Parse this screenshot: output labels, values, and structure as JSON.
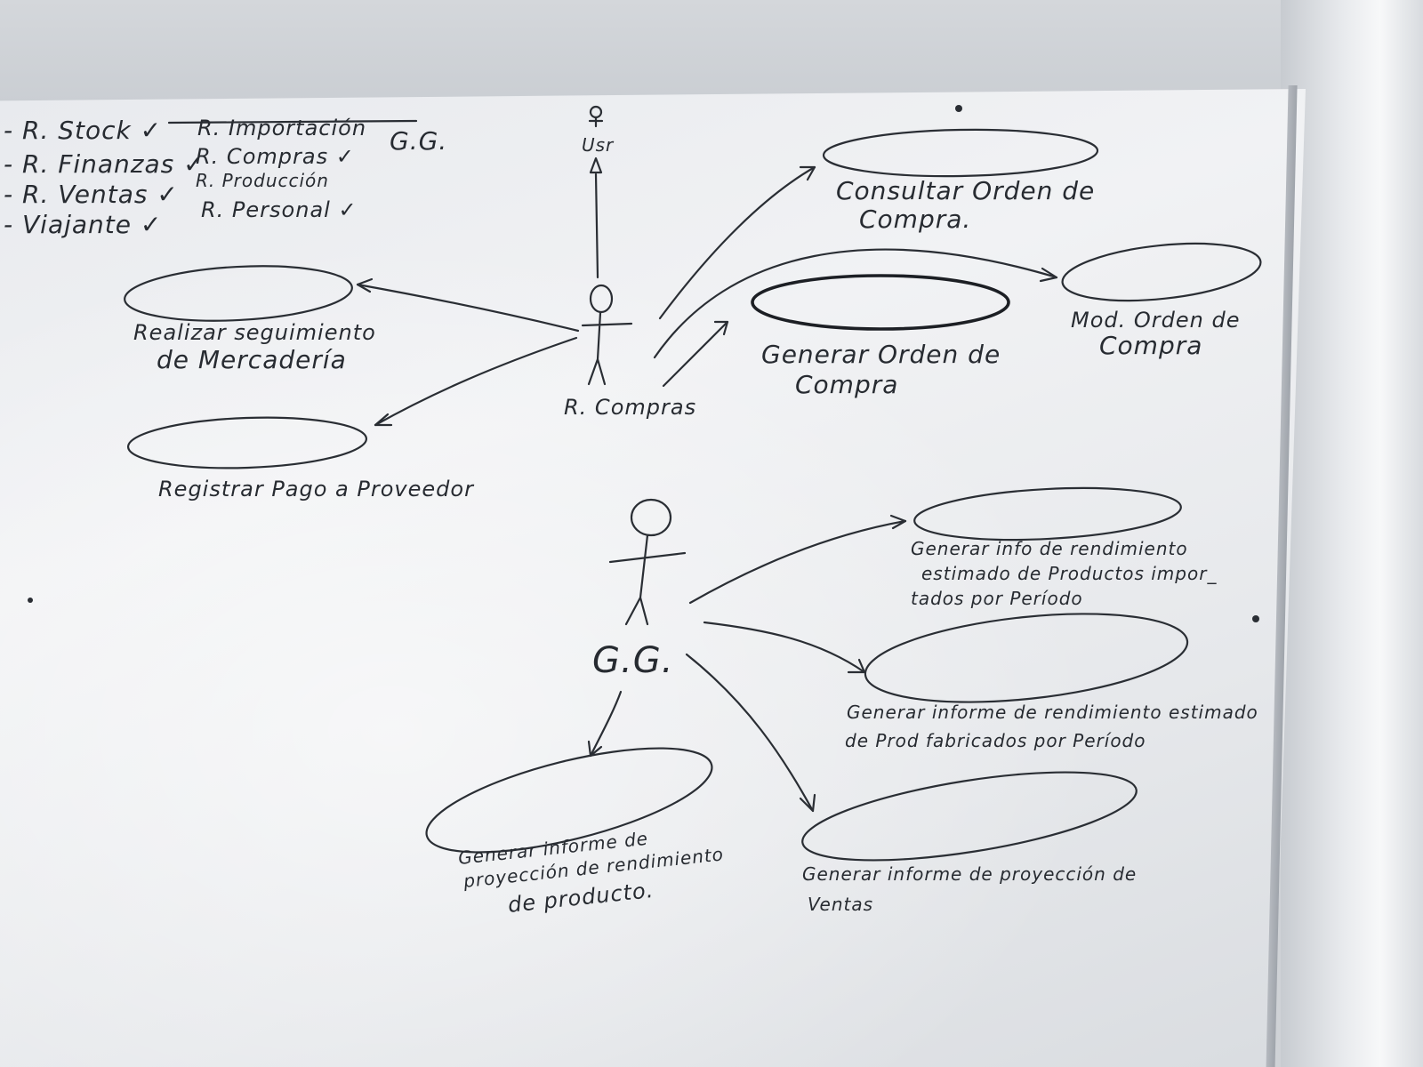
{
  "legend": {
    "left_column": [
      "- R. Stock ✓",
      "- R. Finanzas ✓",
      "- R. Ventas ✓",
      "- Viajante ✓"
    ],
    "right_column": [
      "R. Importación",
      "R. Compras ✓",
      "R. Producción",
      "R. Personal ✓"
    ],
    "gg_note": "G.G."
  },
  "actors": {
    "top_actor_name": "R. Compras",
    "top_actor_small_label": "Usr",
    "bottom_actor_name": "G.G."
  },
  "use_cases_top": {
    "uc1_line1": "Realizar seguimiento",
    "uc1_line2": "de Mercadería",
    "uc2": "Registrar Pago a Proveedor",
    "uc3_line1": "Consultar Orden de",
    "uc3_line2": "Compra.",
    "uc4_line1": "Generar Orden de",
    "uc4_line2": "Compra",
    "uc5_line1": "Mod. Orden de",
    "uc5_line2": "Compra"
  },
  "use_cases_bottom": {
    "uc6_line1": "Generar info de rendimiento",
    "uc6_line2": "estimado de Productos impor_",
    "uc6_line3": "tados por Período",
    "uc7_line1": "Generar informe de rendimiento estimado",
    "uc7_line2": "de Prod fabricados por Período",
    "uc8_line1": "Generar informe de",
    "uc8_line2": "proyección de rendimiento",
    "uc8_line3": "de producto.",
    "uc9_line1": "Generar informe de proyección de",
    "uc9_line2": "Ventas"
  },
  "colors": {
    "ink": "#2a2e34",
    "board": "#eceef1",
    "wall": "#cfd2d6"
  }
}
